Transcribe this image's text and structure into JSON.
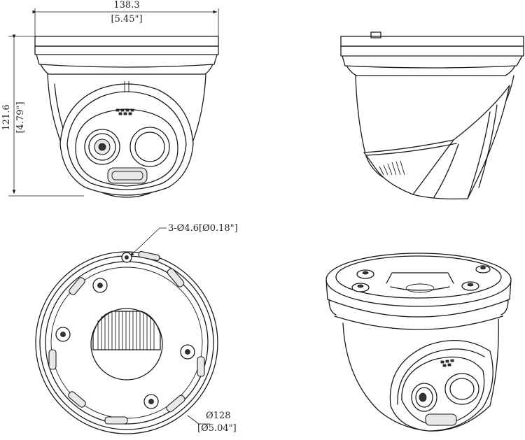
{
  "dimensions": {
    "width_mm": "138.3",
    "width_in": "[5.45\"]",
    "height_mm": "121.6",
    "height_in": "[4.79\"]",
    "holes": "3-Ø4.6[Ø0.18\"]",
    "base_diameter_mm": "Ø128",
    "base_diameter_in": "[Ø5.04\"]"
  }
}
